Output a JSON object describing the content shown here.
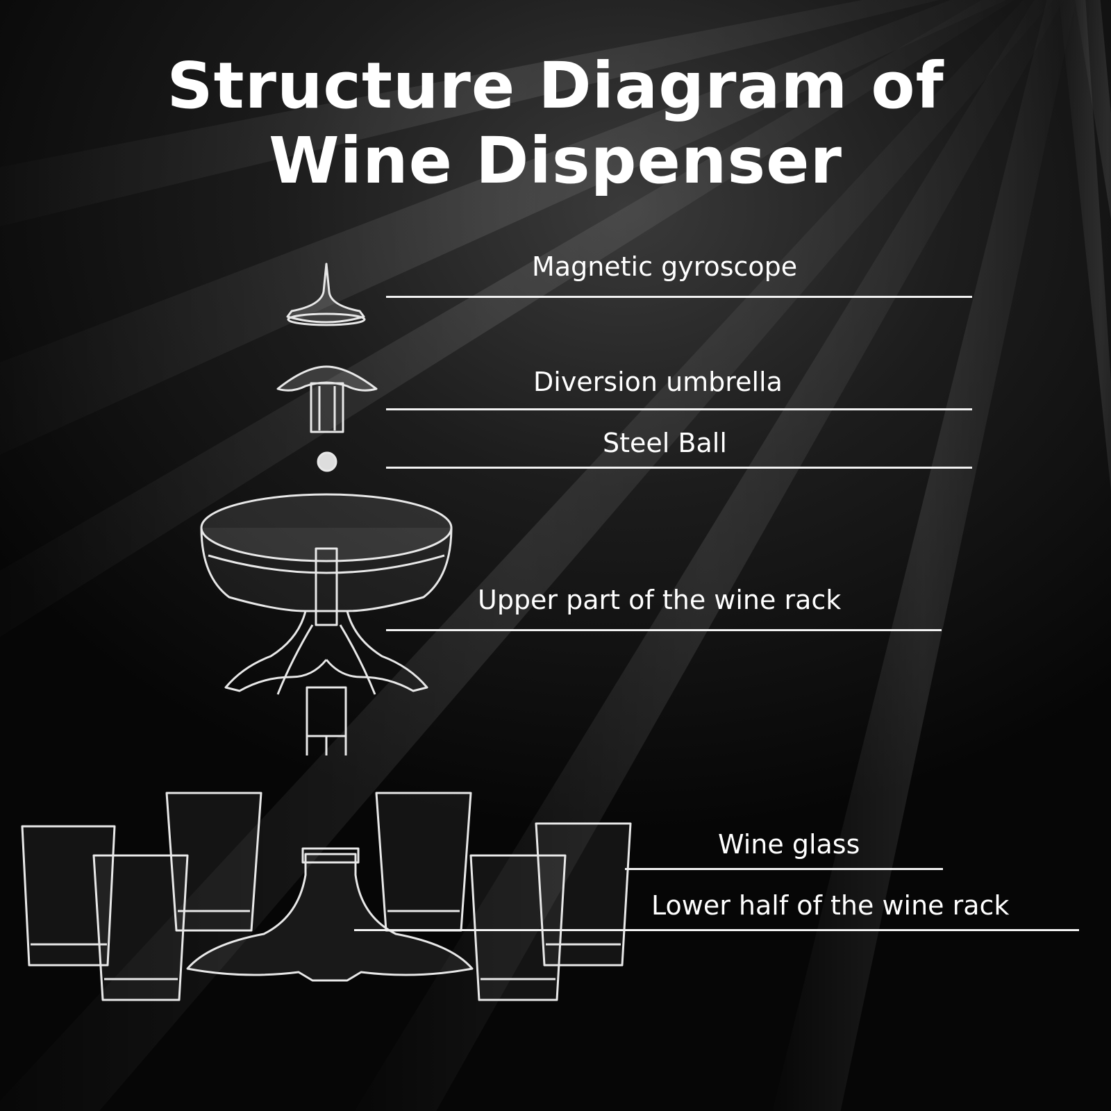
{
  "title": {
    "line1": "Structure Diagram of",
    "line2": "Wine Dispenser"
  },
  "parts": [
    {
      "label": "Magnetic gyroscope"
    },
    {
      "label": "Diversion umbrella"
    },
    {
      "label": "Steel Ball"
    },
    {
      "label": "Upper part of the wine rack"
    },
    {
      "label": "Wine glass"
    },
    {
      "label": "Lower half of the wine rack"
    }
  ],
  "colors": {
    "background": "#000000",
    "text": "#ffffff",
    "rule": "#f2f2f2"
  }
}
